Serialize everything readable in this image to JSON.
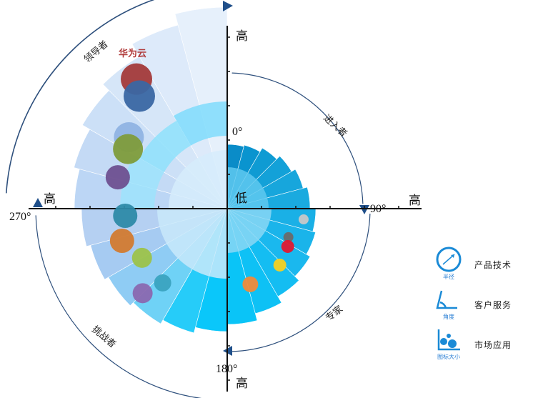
{
  "chart_data": {
    "type": "polar-bubble",
    "axis_labels": {
      "top": "高",
      "right": "高",
      "bottom": "高",
      "left": "高",
      "center": "低"
    },
    "angle_labels": [
      "0°",
      "90°",
      "180°",
      "270°"
    ],
    "quadrant_labels": [
      "进入者",
      "专家",
      "挑战者",
      "领导者"
    ],
    "highlight_label": "华为云",
    "bubble_colors": [
      "#a33a3a",
      "#3a67a3",
      "#8fb3e3",
      "#7e9c3b",
      "#6e5090",
      "#2e8aa8",
      "#d27a30",
      "#9cc24a",
      "#8a68b0",
      "#3aa3c0",
      "#c8c8c8",
      "#6a6a6a",
      "#e01830",
      "#f5d020",
      "#f08a3a"
    ],
    "bubbles": [
      {
        "angle": 325,
        "radius": 0.82
      },
      {
        "angle": 322,
        "radius": 0.74
      },
      {
        "angle": 306,
        "radius": 0.63
      },
      {
        "angle": 301,
        "radius": 0.6
      },
      {
        "angle": 286,
        "radius": 0.59
      },
      {
        "angle": 266,
        "radius": 0.53
      },
      {
        "angle": 253,
        "radius": 0.57
      },
      {
        "angle": 240,
        "radius": 0.51
      },
      {
        "angle": 225,
        "radius": 0.62
      },
      {
        "angle": 221,
        "radius": 0.51
      },
      {
        "angle": 98,
        "radius": 0.4
      },
      {
        "angle": 115,
        "radius": 0.35
      },
      {
        "angle": 122,
        "radius": 0.37
      },
      {
        "angle": 137,
        "radius": 0.4
      },
      {
        "angle": 163,
        "radius": 0.41
      }
    ]
  },
  "legend": [
    {
      "label": "产品技术",
      "sub": "半径",
      "icon": "radius-icon"
    },
    {
      "label": "客户服务",
      "sub": "角度",
      "icon": "angle-icon"
    },
    {
      "label": "市场应用",
      "sub": "图标大小",
      "icon": "bubble-size-icon"
    }
  ]
}
